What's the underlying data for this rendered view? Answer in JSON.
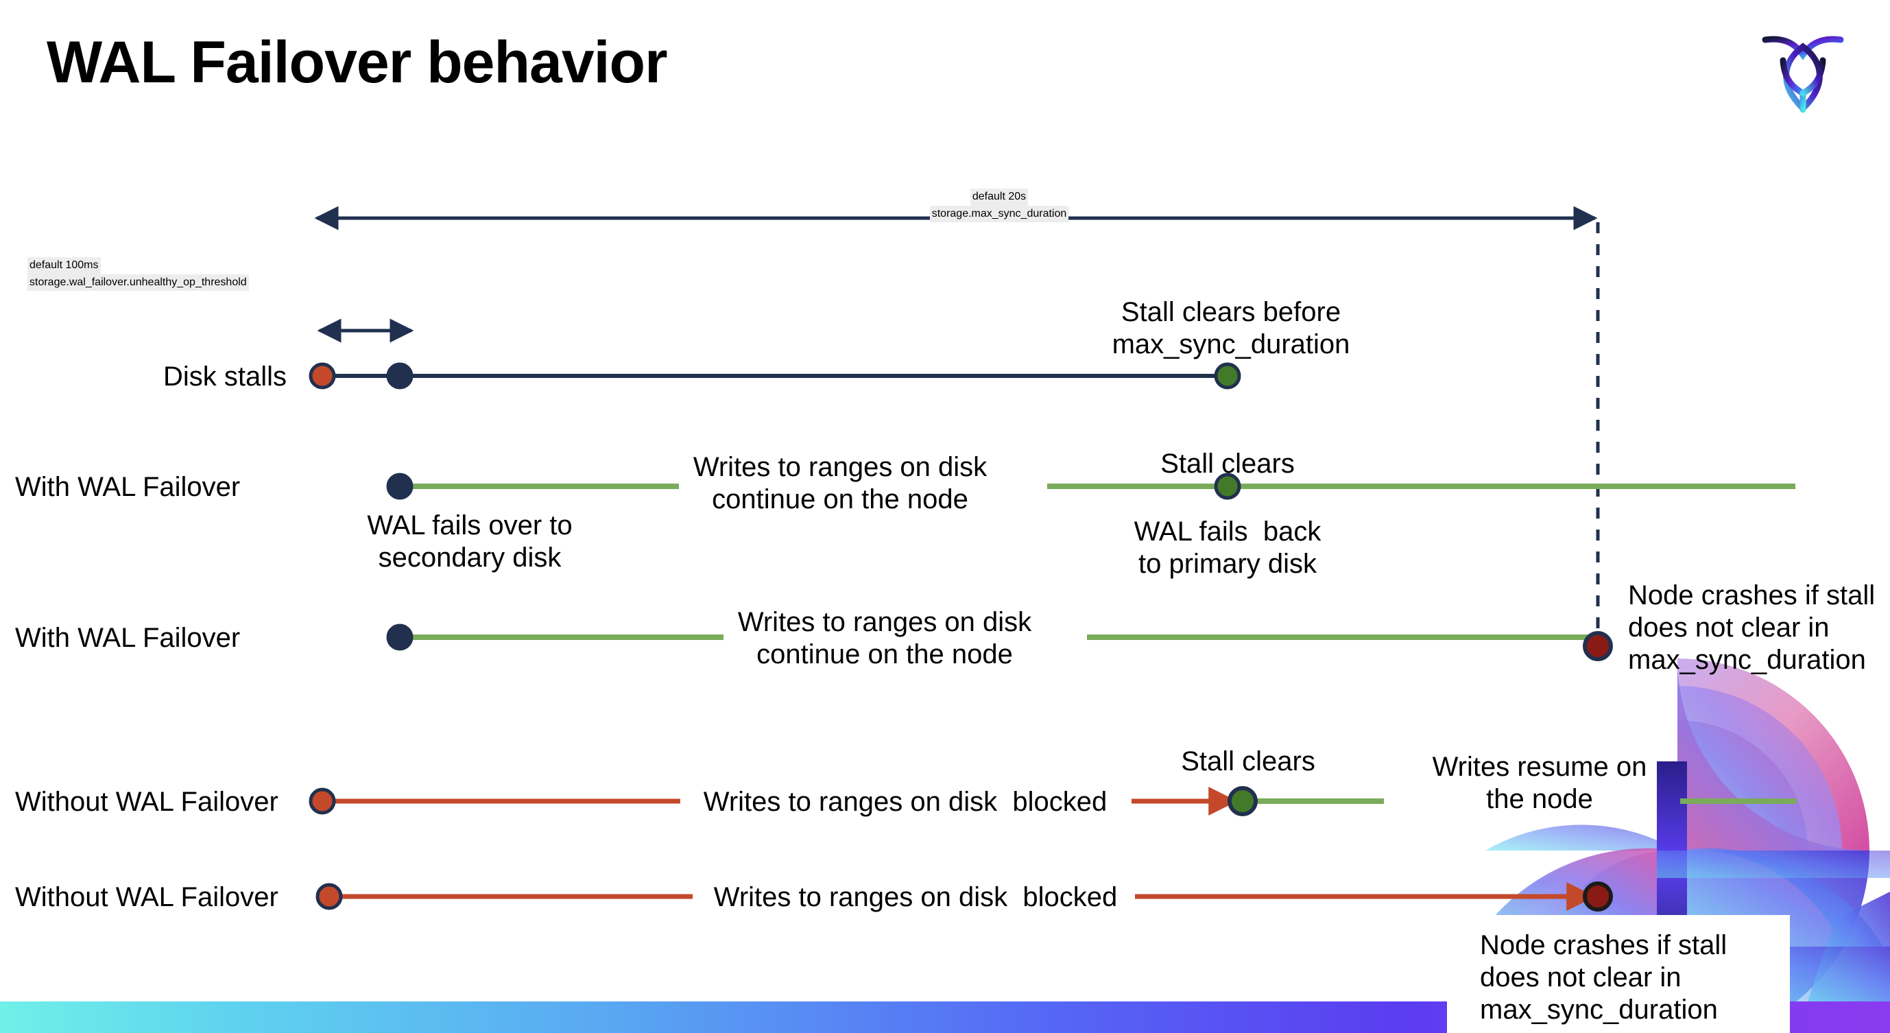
{
  "slide": {
    "title": "WAL Failover behavior",
    "logo_name": "cockroachdb-logo"
  },
  "top_measure": {
    "default_label": "default 20s",
    "setting_label": "storage.max_sync_duration"
  },
  "threshold_measure": {
    "default_label": "default 100ms",
    "setting_label": "storage.wal_failover.unhealthy_op_threshold"
  },
  "rows": [
    {
      "label": "Disk stalls",
      "annotations": [
        {
          "name": "stall-clears-before-note",
          "text": "Stall clears before\nmax_sync_duration"
        }
      ]
    },
    {
      "label": "With WAL Failover",
      "annotations": [
        {
          "name": "wal-fails-over-note",
          "text": "WAL fails over to\nsecondary disk"
        },
        {
          "name": "writes-continue-note",
          "text": "Writes to ranges on disk\ncontinue on the node"
        },
        {
          "name": "stall-clears-note",
          "text": "Stall clears"
        },
        {
          "name": "wal-fails-back-note",
          "text": "WAL fails  back\nto primary disk"
        }
      ]
    },
    {
      "label": "With WAL Failover",
      "annotations": [
        {
          "name": "writes-continue-note",
          "text": "Writes to ranges on disk\ncontinue on the node"
        },
        {
          "name": "node-crashes-note",
          "text": "Node crashes if stall\ndoes not clear in\nmax_sync_duration"
        }
      ]
    },
    {
      "label": "Without WAL Failover",
      "annotations": [
        {
          "name": "writes-blocked-note",
          "text": "Writes to ranges on disk  blocked"
        },
        {
          "name": "stall-clears-note",
          "text": "Stall clears"
        },
        {
          "name": "writes-resume-note",
          "text": "Writes resume on\nthe node"
        }
      ]
    },
    {
      "label": "Without WAL Failover",
      "annotations": [
        {
          "name": "writes-blocked-note",
          "text": "Writes to ranges on disk  blocked"
        },
        {
          "name": "node-crashes-note",
          "text": "Node crashes if stall\ndoes not clear in\nmax_sync_duration"
        }
      ]
    }
  ],
  "colors": {
    "navy": "#22304f",
    "orange": "#c4492b",
    "green_dot": "#437a2a",
    "green_line": "#7aab5a",
    "dark_red": "#8a1b14",
    "code_bg": "#ededed",
    "bottom_bar_start": "#6ff0e8",
    "bottom_bar_end": "#8b3bf0"
  },
  "markers": {
    "disk_stalls_start": "stall-start-marker",
    "failover_marker": "failover-marker",
    "stall_clear_marker": "stall-clear-marker",
    "crash_marker": "crash-marker"
  }
}
